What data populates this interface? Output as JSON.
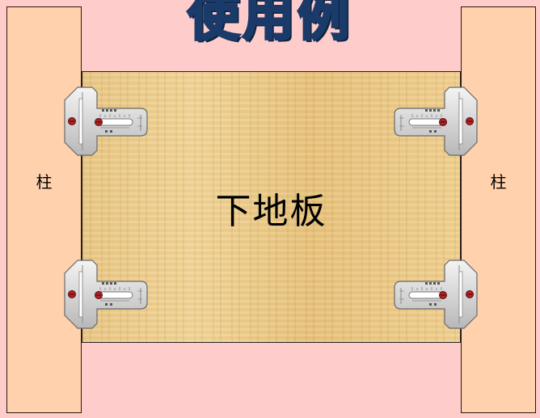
{
  "title": "使用例",
  "pillar_left_label": "柱",
  "pillar_right_label": "柱",
  "board_label": "下地板",
  "colors": {
    "background": "#ffcccc",
    "pillar": "#ffd1ad",
    "board": "#e8c787",
    "bracket_metal": "#d9d9d9",
    "screw": "#b22222"
  },
  "brackets": [
    {
      "id": "top-left",
      "icon": "metal-bracket-icon"
    },
    {
      "id": "top-right",
      "icon": "metal-bracket-icon"
    },
    {
      "id": "bottom-left",
      "icon": "metal-bracket-icon"
    },
    {
      "id": "bottom-right",
      "icon": "metal-bracket-icon"
    }
  ]
}
